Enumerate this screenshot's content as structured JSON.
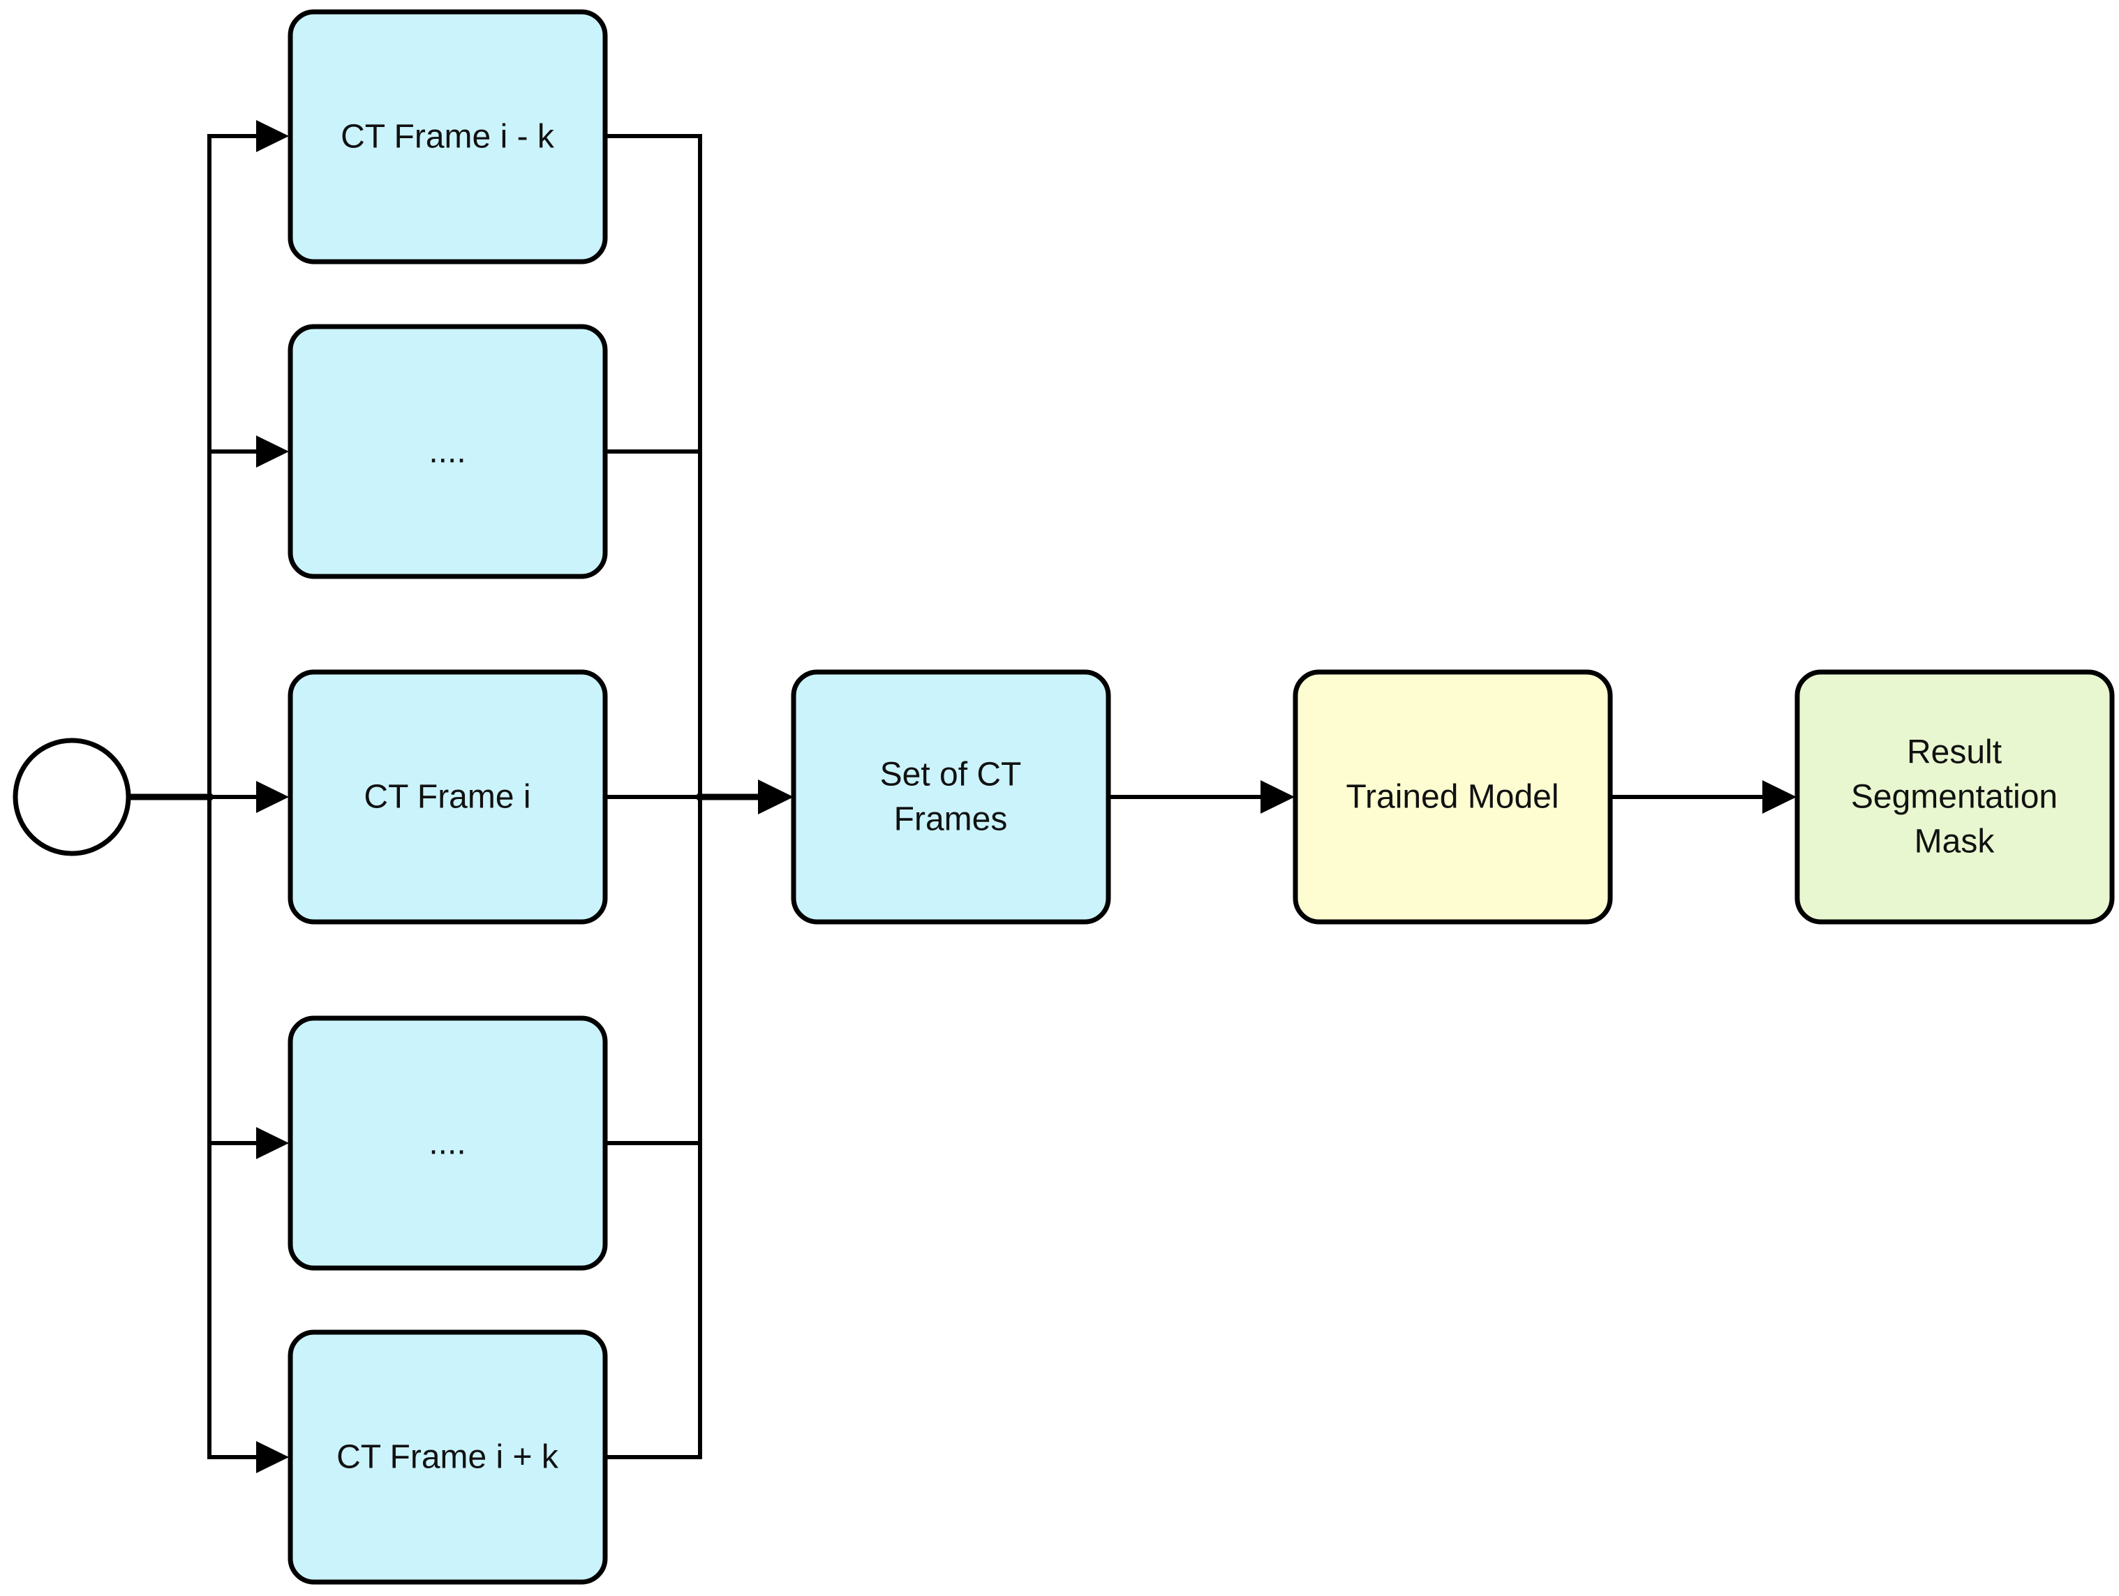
{
  "nodes": {
    "frame_i_minus_k": {
      "lines": [
        "CT Frame i - k"
      ],
      "fill": "#cbf3fb"
    },
    "frame_upper_ellipsis": {
      "lines": [
        "...."
      ],
      "fill": "#cbf3fb"
    },
    "frame_i": {
      "lines": [
        "CT Frame i"
      ],
      "fill": "#cbf3fb"
    },
    "frame_lower_ellipsis": {
      "lines": [
        "...."
      ],
      "fill": "#cbf3fb"
    },
    "frame_i_plus_k": {
      "lines": [
        "CT Frame i + k"
      ],
      "fill": "#cbf3fb"
    },
    "set_of_frames": {
      "lines": [
        "Set of CT",
        "Frames"
      ],
      "fill": "#cbf3fb"
    },
    "trained_model": {
      "lines": [
        "Trained Model"
      ],
      "fill": "#fefdd2"
    },
    "result_mask": {
      "lines": [
        "Result",
        "Segmentation",
        "Mask"
      ],
      "fill": "#e8f7cf"
    }
  },
  "start_node": {
    "fill": "#ffffff"
  },
  "colors": {
    "stroke": "#000000",
    "text": "#111111"
  }
}
